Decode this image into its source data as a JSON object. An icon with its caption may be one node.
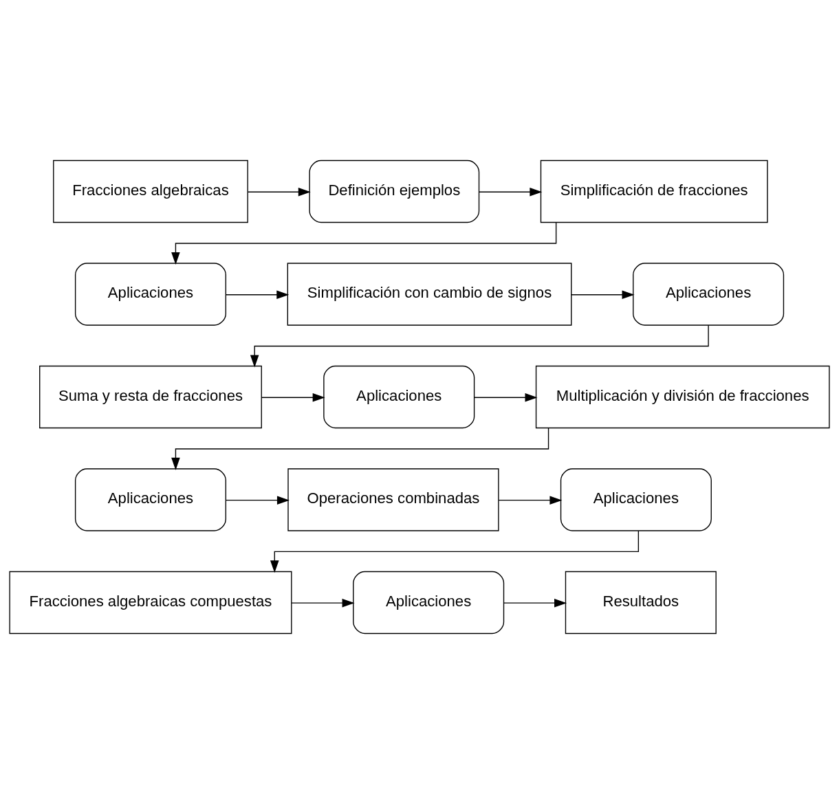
{
  "diagram": {
    "nodes": [
      {
        "text": [
          "Fracciones algebraicas"
        ]
      },
      {
        "text": [
          "Definición ejemplos"
        ]
      },
      {
        "text": [
          "Simplificación de fracciones"
        ]
      },
      {
        "text": [
          "Aplicaciones"
        ]
      },
      {
        "text": [
          "Simplificación con cambio de signos"
        ]
      },
      {
        "text": [
          "Aplicaciones"
        ]
      },
      {
        "text": [
          "Suma y resta de fracciones"
        ]
      },
      {
        "text": [
          "Aplicaciones"
        ]
      },
      {
        "text": [
          "Multiplicación y división de fracciones"
        ]
      },
      {
        "text": [
          "Aplicaciones"
        ]
      },
      {
        "text": [
          "Operaciones combinadas"
        ]
      },
      {
        "text": [
          "Aplicaciones"
        ]
      },
      {
        "text": [
          "Fracciones algebraicas compuestas"
        ]
      },
      {
        "text": [
          "Aplicaciones"
        ]
      },
      {
        "text": [
          "Resultados"
        ]
      }
    ],
    "edges": [
      {
        "from": 0,
        "to": 1,
        "arrow": "to"
      },
      {
        "from": 1,
        "to": 2,
        "arrow": "to"
      },
      {
        "from": 2,
        "to": 3,
        "arrow": "to"
      },
      {
        "from": 3,
        "to": 4,
        "arrow": "to"
      },
      {
        "from": 4,
        "to": 5,
        "arrow": "to"
      },
      {
        "from": 5,
        "to": 6,
        "arrow": "to"
      },
      {
        "from": 6,
        "to": 7,
        "arrow": "to"
      },
      {
        "from": 7,
        "to": 8,
        "arrow": "to"
      },
      {
        "from": 8,
        "to": 9,
        "arrow": "to"
      },
      {
        "from": 9,
        "to": 10,
        "arrow": "to"
      },
      {
        "from": 10,
        "to": 11,
        "arrow": "to"
      },
      {
        "from": 11,
        "to": 12,
        "arrow": "to"
      },
      {
        "from": 12,
        "to": 13,
        "arrow": "to"
      },
      {
        "from": 13,
        "to": 14,
        "arrow": "to"
      }
    ]
  }
}
